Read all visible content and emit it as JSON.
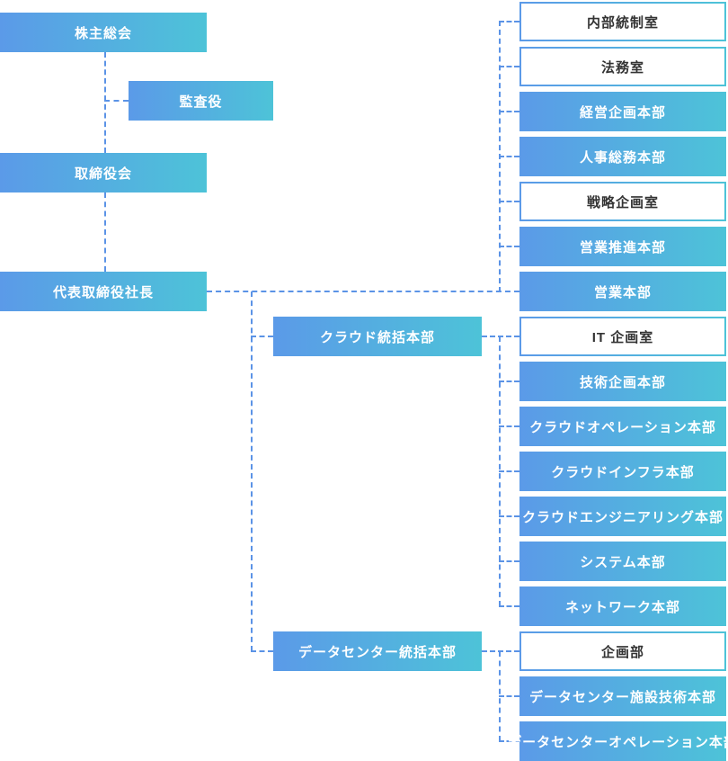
{
  "colors": {
    "gradient_start": "#5b9ae8",
    "gradient_end": "#4dc3d8",
    "connector": "#5b93e6",
    "filled_text": "#ffffff",
    "outline_text": "#333333",
    "background": "#ffffff"
  },
  "org": {
    "executive": {
      "shareholders": {
        "label": "株主総会",
        "style": "filled"
      },
      "auditor": {
        "label": "監査役",
        "style": "filled"
      },
      "board": {
        "label": "取締役会",
        "style": "filled"
      },
      "president": {
        "label": "代表取締役社長",
        "style": "filled"
      }
    },
    "divisions": {
      "cloud": {
        "label": "クラウド統括本部",
        "style": "filled"
      },
      "datacenter": {
        "label": "データセンター統括本部",
        "style": "filled"
      }
    },
    "staff_departments": [
      {
        "label": "内部統制室",
        "style": "outline"
      },
      {
        "label": "法務室",
        "style": "outline"
      },
      {
        "label": "経営企画本部",
        "style": "filled"
      },
      {
        "label": "人事総務本部",
        "style": "filled"
      },
      {
        "label": "戦略企画室",
        "style": "outline"
      },
      {
        "label": "営業推進本部",
        "style": "filled"
      },
      {
        "label": "営業本部",
        "style": "filled"
      }
    ],
    "cloud_departments": [
      {
        "label": "IT 企画室",
        "style": "outline"
      },
      {
        "label": "技術企画本部",
        "style": "filled"
      },
      {
        "label": "クラウドオペレーション本部",
        "style": "filled"
      },
      {
        "label": "クラウドインフラ本部",
        "style": "filled"
      },
      {
        "label": "クラウドエンジニアリング本部",
        "style": "filled"
      },
      {
        "label": "システム本部",
        "style": "filled"
      },
      {
        "label": "ネットワーク本部",
        "style": "filled"
      }
    ],
    "datacenter_departments": [
      {
        "label": "企画部",
        "style": "outline"
      },
      {
        "label": "データセンター施設技術本部",
        "style": "filled"
      },
      {
        "label": "データセンターオペレーション本部",
        "style": "filled"
      }
    ]
  }
}
